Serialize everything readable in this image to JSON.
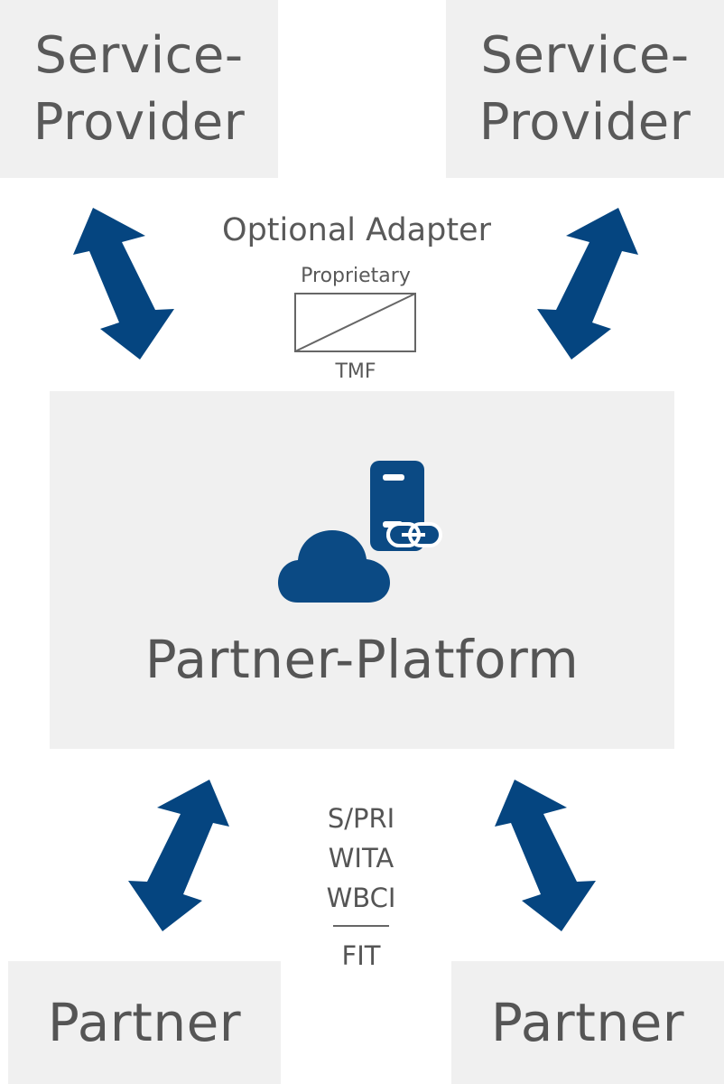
{
  "service_providers": [
    {
      "label": "Service-\nProvider"
    },
    {
      "label": "Service-\nProvider"
    }
  ],
  "adapter": {
    "title": "Optional Adapter",
    "top_label": "Proprietary",
    "bottom_label": "TMF"
  },
  "platform": {
    "label": "Partner-Platform",
    "icons": [
      "cloud-icon",
      "server-link-icon"
    ]
  },
  "protocols": {
    "items": [
      "S/PRI",
      "WITA",
      "WBCI"
    ],
    "separated_item": "FIT"
  },
  "partners": [
    {
      "label": "Partner"
    },
    {
      "label": "Partner"
    }
  ],
  "colors": {
    "arrow": "#054580",
    "box_bg": "#f0f0f0",
    "text": "#595959",
    "icon": "#0b4a84"
  }
}
